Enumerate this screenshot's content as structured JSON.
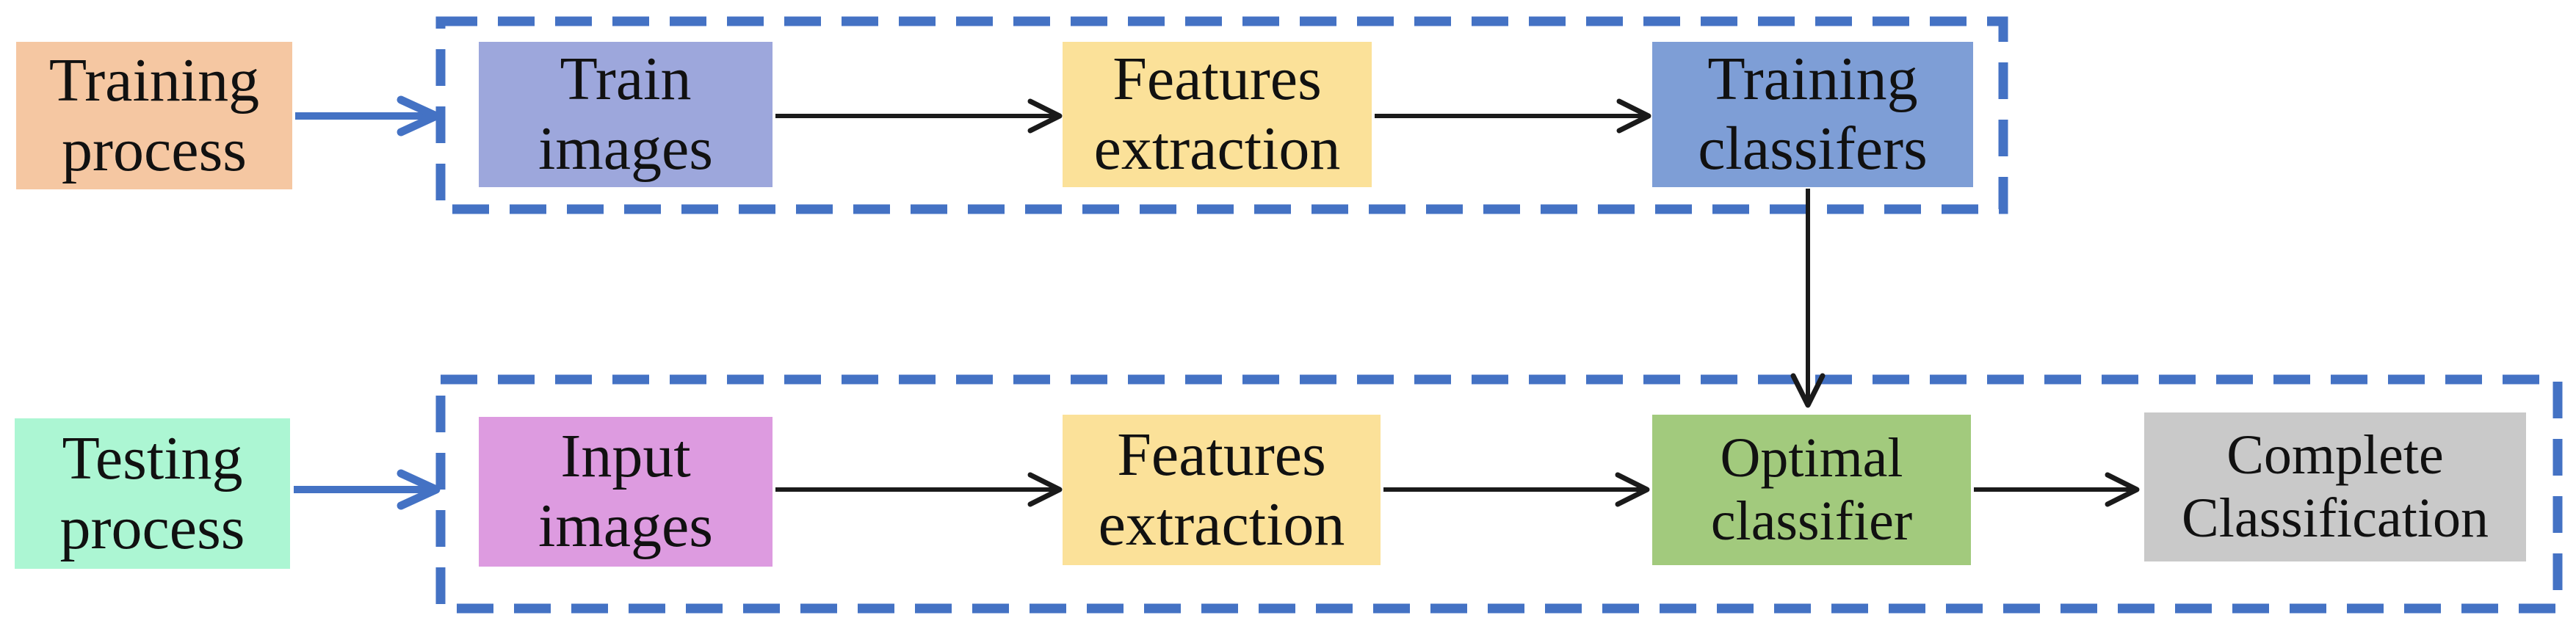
{
  "diagram_type": "flowchart",
  "colors": {
    "background": "#ffffff",
    "container_border": "#4472C4",
    "process_arrow": "#4472C4",
    "flow_arrow": "#1a1a1a",
    "text": "#111111"
  },
  "nodes": {
    "training_process": {
      "label": "Training process",
      "color": "#F5C7A2"
    },
    "train_images": {
      "label": "Train images",
      "color": "#9DA7DC"
    },
    "features_extraction_top": {
      "label": "Features extraction",
      "color": "#FBE199"
    },
    "training_classifiers": {
      "label": "Training classifers",
      "color": "#7E9ED6"
    },
    "testing_process": {
      "label": "Testing process",
      "color": "#ACF6D3"
    },
    "input_images": {
      "label": "Input images",
      "color": "#DD9BE0"
    },
    "features_extraction_bottom": {
      "label": "Features extraction",
      "color": "#FBE199"
    },
    "optimal_classifier": {
      "label": "Optimal classifier",
      "color": "#A2CA7D"
    },
    "complete_classification": {
      "label": "Complete Classification",
      "color": "#C9C9C9"
    }
  },
  "containers": {
    "training_container": {
      "border_style": "dashed",
      "contains": [
        "train_images",
        "features_extraction_top",
        "training_classifiers"
      ]
    },
    "testing_container": {
      "border_style": "dashed",
      "contains": [
        "input_images",
        "features_extraction_bottom",
        "optimal_classifier",
        "complete_classification"
      ]
    }
  },
  "arrows": [
    {
      "from": "training_process",
      "to": "training_container",
      "style": "blue"
    },
    {
      "from": "train_images",
      "to": "features_extraction_top",
      "style": "black"
    },
    {
      "from": "features_extraction_top",
      "to": "training_classifiers",
      "style": "black"
    },
    {
      "from": "training_classifiers",
      "to": "optimal_classifier",
      "style": "black",
      "orientation": "vertical"
    },
    {
      "from": "testing_process",
      "to": "testing_container",
      "style": "blue"
    },
    {
      "from": "input_images",
      "to": "features_extraction_bottom",
      "style": "black"
    },
    {
      "from": "features_extraction_bottom",
      "to": "optimal_classifier",
      "style": "black"
    },
    {
      "from": "optimal_classifier",
      "to": "complete_classification",
      "style": "black"
    }
  ]
}
